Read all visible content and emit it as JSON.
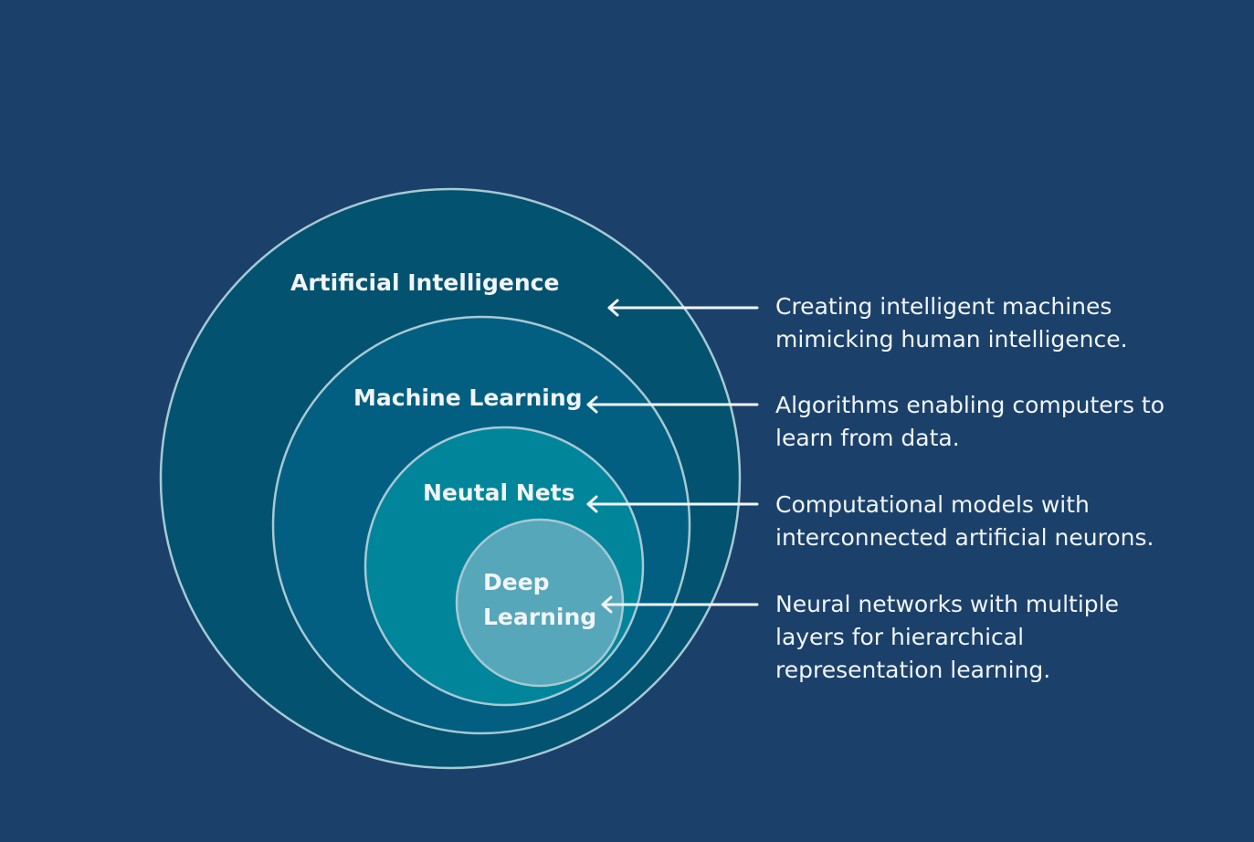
{
  "colors": {
    "background": "#1b416b",
    "outline": "#a7c9d4",
    "text": "#f1f5f8",
    "ai_fill": "#03526f",
    "ml_fill": "#025f81",
    "nn_fill": "#00859a",
    "dl_fill": "#56a7b9"
  },
  "layers": [
    {
      "label_lines": [
        "Artificial Intelligence"
      ],
      "description": "Creating intelligent machines\nmimicking human intelligence."
    },
    {
      "label_lines": [
        "Machine Learning"
      ],
      "description": "Algorithms enabling computers to\nlearn from data."
    },
    {
      "label_lines": [
        "Neutal Nets"
      ],
      "description": "Computational models with\ninterconnected artificial neurons."
    },
    {
      "label_lines": [
        "Deep",
        "Learning"
      ],
      "description": "Neural networks with multiple\nlayers for hierarchical\nrepresentation learning."
    }
  ]
}
